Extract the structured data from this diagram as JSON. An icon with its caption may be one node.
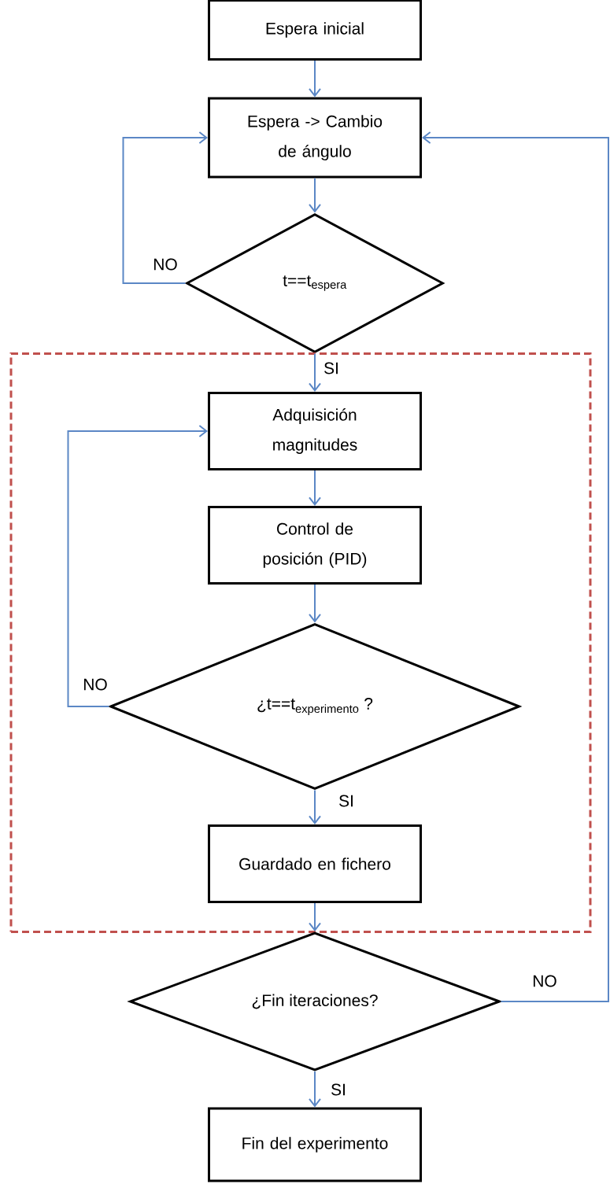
{
  "diagram": {
    "nodes": [
      {
        "text": [
          "Espera inicial"
        ]
      },
      {
        "text": [
          "Espera -> Cambio de ángulo"
        ]
      },
      {
        "text": [
          "\\text{t==t}_{\\text{espera}}"
        ]
      },
      {
        "text": [],
        "shape": "box"
      },
      {
        "text": [
          "Adquisición magnitudes"
        ],
        "in": 3
      },
      {
        "text": [
          "Control de posición (PID)"
        ],
        "in": 3
      },
      {
        "text": [
          "\\text{¿t==t}_{\\text{experimento}}\\text{ ?}"
        ],
        "in": 3
      },
      {
        "text": [
          "Guardado en fichero"
        ],
        "in": 3
      },
      {
        "text": [
          "¿Fin iteraciones?"
        ]
      },
      {
        "text": [
          "Fin del experimento"
        ]
      }
    ],
    "edges": [
      {
        "from": 0,
        "to": 1,
        "arrow": "to"
      },
      {
        "from": 1,
        "to": 2,
        "arrow": "to"
      },
      {
        "from": 2,
        "to": 1,
        "arrow": "to",
        "label": "NO"
      },
      {
        "from": 2,
        "to": 4,
        "arrow": "to",
        "label": "SI"
      },
      {
        "from": 4,
        "to": 5,
        "arrow": "to"
      },
      {
        "from": 5,
        "to": 6,
        "arrow": "to"
      },
      {
        "from": 6,
        "to": 4,
        "arrow": "to",
        "label": "NO"
      },
      {
        "from": 6,
        "to": 7,
        "arrow": "to",
        "label": "SI"
      },
      {
        "from": 7,
        "to": 8,
        "arrow": "to"
      },
      {
        "from": 8,
        "to": 1,
        "arrow": "to",
        "label": "NO"
      },
      {
        "from": 8,
        "to": 9,
        "arrow": "to",
        "label": "SI"
      }
    ]
  }
}
